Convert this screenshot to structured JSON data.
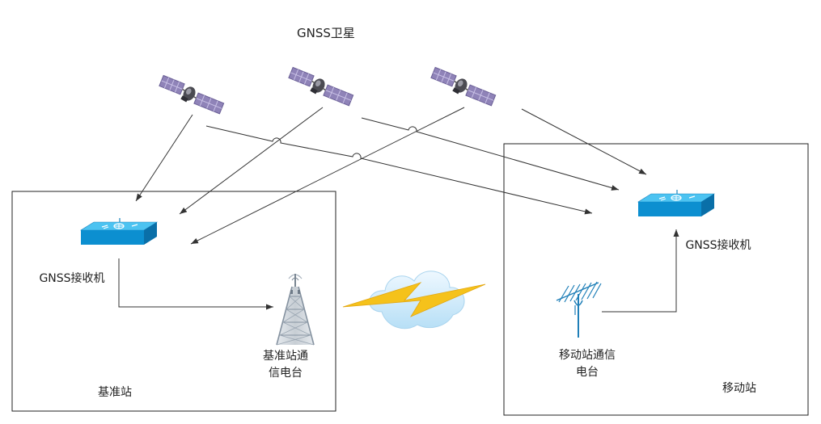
{
  "title": "GNSS卫星",
  "base_station": {
    "box_label": "基准站",
    "receiver_label": "GNSS接收机",
    "radio_label_line1": "基准站通",
    "radio_label_line2": "信电台"
  },
  "rover_station": {
    "box_label": "移动站",
    "receiver_label": "GNSS接收机",
    "radio_label_line1": "移动站通信",
    "radio_label_line2": "电台"
  },
  "colors": {
    "receiver_top": "#33b6ec",
    "receiver_front": "#0c8fd0",
    "satellite_panel": "#8f83b8",
    "lightning": "#f5c21b",
    "cloud": "#d7eefb"
  },
  "icons": [
    "satellite-icon",
    "gnss-receiver-icon",
    "radio-tower-icon",
    "yagi-antenna-icon",
    "cloud-icon",
    "lightning-icon"
  ]
}
